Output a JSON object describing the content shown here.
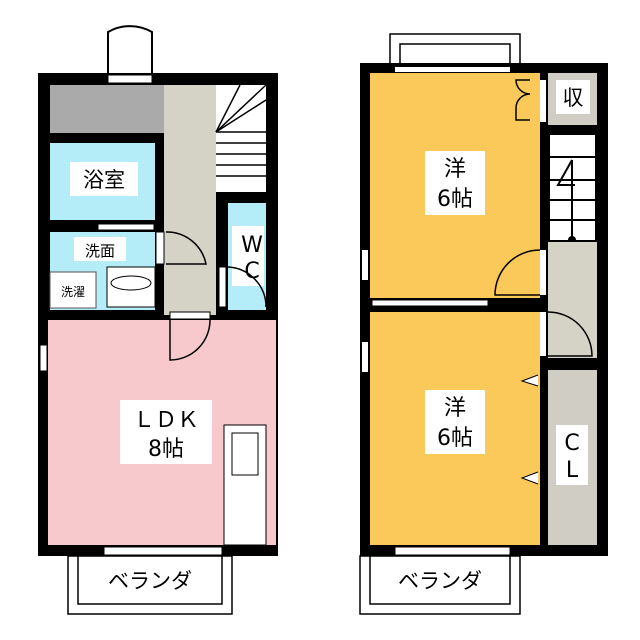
{
  "colors": {
    "wall": "#000000",
    "ldk": "#f8c9cc",
    "western": "#fbc85a",
    "water": "#b4ecf8",
    "entry": "#aaaaaa",
    "hall": "#d5d2c6",
    "storage": "#cfcdc4"
  },
  "unit1": {
    "bath": "浴室",
    "washroom": "洗面",
    "laundry": "洗濯",
    "wc_line1": "W",
    "wc_line2": "C",
    "ldk_line1": "ＬＤＫ",
    "ldk_line2": "8帖",
    "balcony": "ベランダ"
  },
  "unit2": {
    "room1_line1": "洋",
    "room1_line2": "6帖",
    "room2_line1": "洋",
    "room2_line2": "6帖",
    "storage": "収",
    "closet_line1": "C",
    "closet_line2": "L",
    "balcony": "ベランダ"
  }
}
